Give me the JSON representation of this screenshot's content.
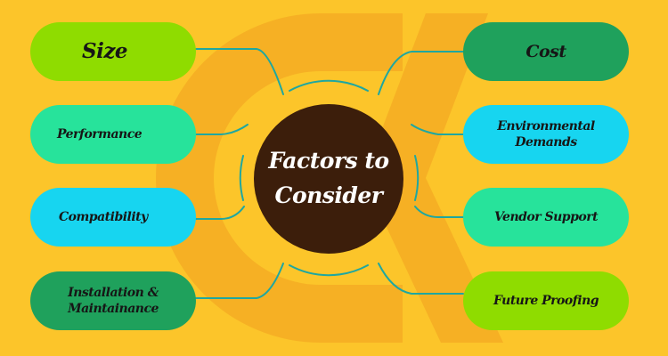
{
  "diagram": {
    "title": "Factors to Consider",
    "center": {
      "line1": "Factors to",
      "line2": "Consider"
    },
    "left_nodes": [
      {
        "label": "Size",
        "color": "#8fdc00"
      },
      {
        "label": "Performance",
        "color": "#27e39b"
      },
      {
        "label": "Compatibility",
        "color": "#17d5f0"
      },
      {
        "label_lines": [
          "Installation &",
          "Maintainance"
        ],
        "color": "#1fa15c"
      }
    ],
    "right_nodes": [
      {
        "label": "Cost",
        "color": "#1fa15c"
      },
      {
        "label_lines": [
          "Environmental",
          "Demands"
        ],
        "color": "#17d5f0"
      },
      {
        "label": "Vendor Support",
        "color": "#27e39b"
      },
      {
        "label": "Future Proofing",
        "color": "#8fdc00"
      }
    ],
    "colors": {
      "background": "#fcc52a",
      "hub": "#3c1e0b",
      "connector": "#1fa7a0",
      "watermark": "#f2a221"
    }
  }
}
